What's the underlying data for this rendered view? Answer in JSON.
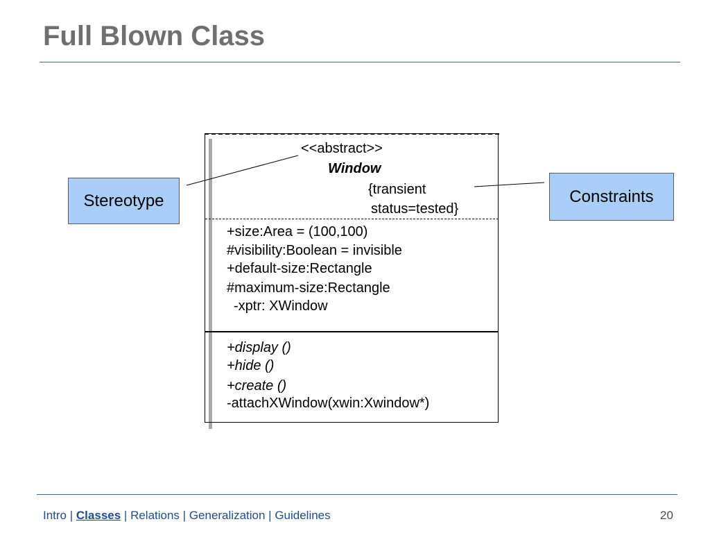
{
  "slide": {
    "title": "Full Blown Class",
    "page_number": "20"
  },
  "class_box": {
    "stereotype": "<<abstract>>",
    "name": "Window",
    "constraint_line1": "{transient",
    "constraint_line2": "status=tested}",
    "attributes": [
      "+size:Area = (100,100)",
      "#visibility:Boolean = invisible",
      "+default-size:Rectangle",
      "#maximum-size:Rectangle",
      "-xptr: XWindow"
    ],
    "operations": [
      "+display ()",
      "+hide ()",
      "+create ()",
      "-attachXWindow(xwin:Xwindow*)"
    ]
  },
  "notes": {
    "stereotype_label": "Stereotype",
    "constraints_label": "Constraints"
  },
  "footer": {
    "nav": [
      {
        "label": "Intro",
        "active": false
      },
      {
        "label": "Classes",
        "active": true
      },
      {
        "label": "Relations",
        "active": false
      },
      {
        "label": "Generalization",
        "active": false
      },
      {
        "label": "Guidelines",
        "active": false
      }
    ],
    "separator": " | "
  },
  "colors": {
    "title": "#6f6f6f",
    "rule": "#3b6e9c",
    "note_fill": "#a9cff8",
    "nav_text": "#1f4e8c"
  }
}
